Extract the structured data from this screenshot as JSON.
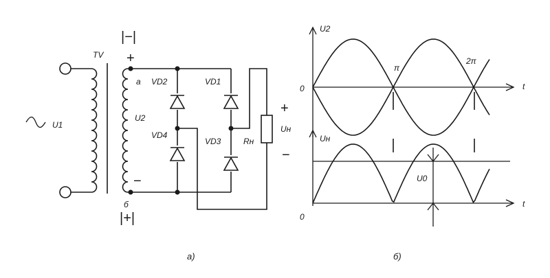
{
  "schematic": {
    "source_label": "U1",
    "transformer_label": "TV",
    "secondary_label": "U2",
    "terminal_top": "а",
    "terminal_bottom": "б",
    "top_polarity": "|−|",
    "bottom_polarity": "|+|",
    "plus_sign": "+",
    "minus_sign": "−",
    "diodes": [
      "VD1",
      "VD2",
      "VD3",
      "VD4"
    ],
    "load_label": "Rн",
    "output_label": "Uн",
    "caption": "а)"
  },
  "plots": {
    "top_ylabel": "U2",
    "bottom_ylabel": "Uн",
    "time_label": "t",
    "origin": "0",
    "mark_pi": "π",
    "mark_2pi": "2π",
    "average_label": "U0",
    "caption": "б)"
  },
  "colors": {
    "ink": "#1a1a1a",
    "background": "#ffffff"
  }
}
